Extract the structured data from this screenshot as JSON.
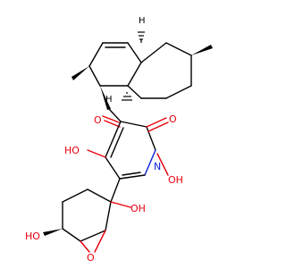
{
  "atoms": {
    "ho_left": "HO",
    "o_keto": "O",
    "o_amide": "O",
    "n_ring": "N",
    "oh_n": "OH",
    "oh_quat": "OH",
    "ho_bottom": "HO",
    "o_epoxide": "O",
    "h_top_right": "H",
    "h_mid": "H"
  },
  "colors": {
    "carbon": "#000000",
    "oxygen": "#e8000b",
    "nitrogen": "#0a1fd6"
  }
}
